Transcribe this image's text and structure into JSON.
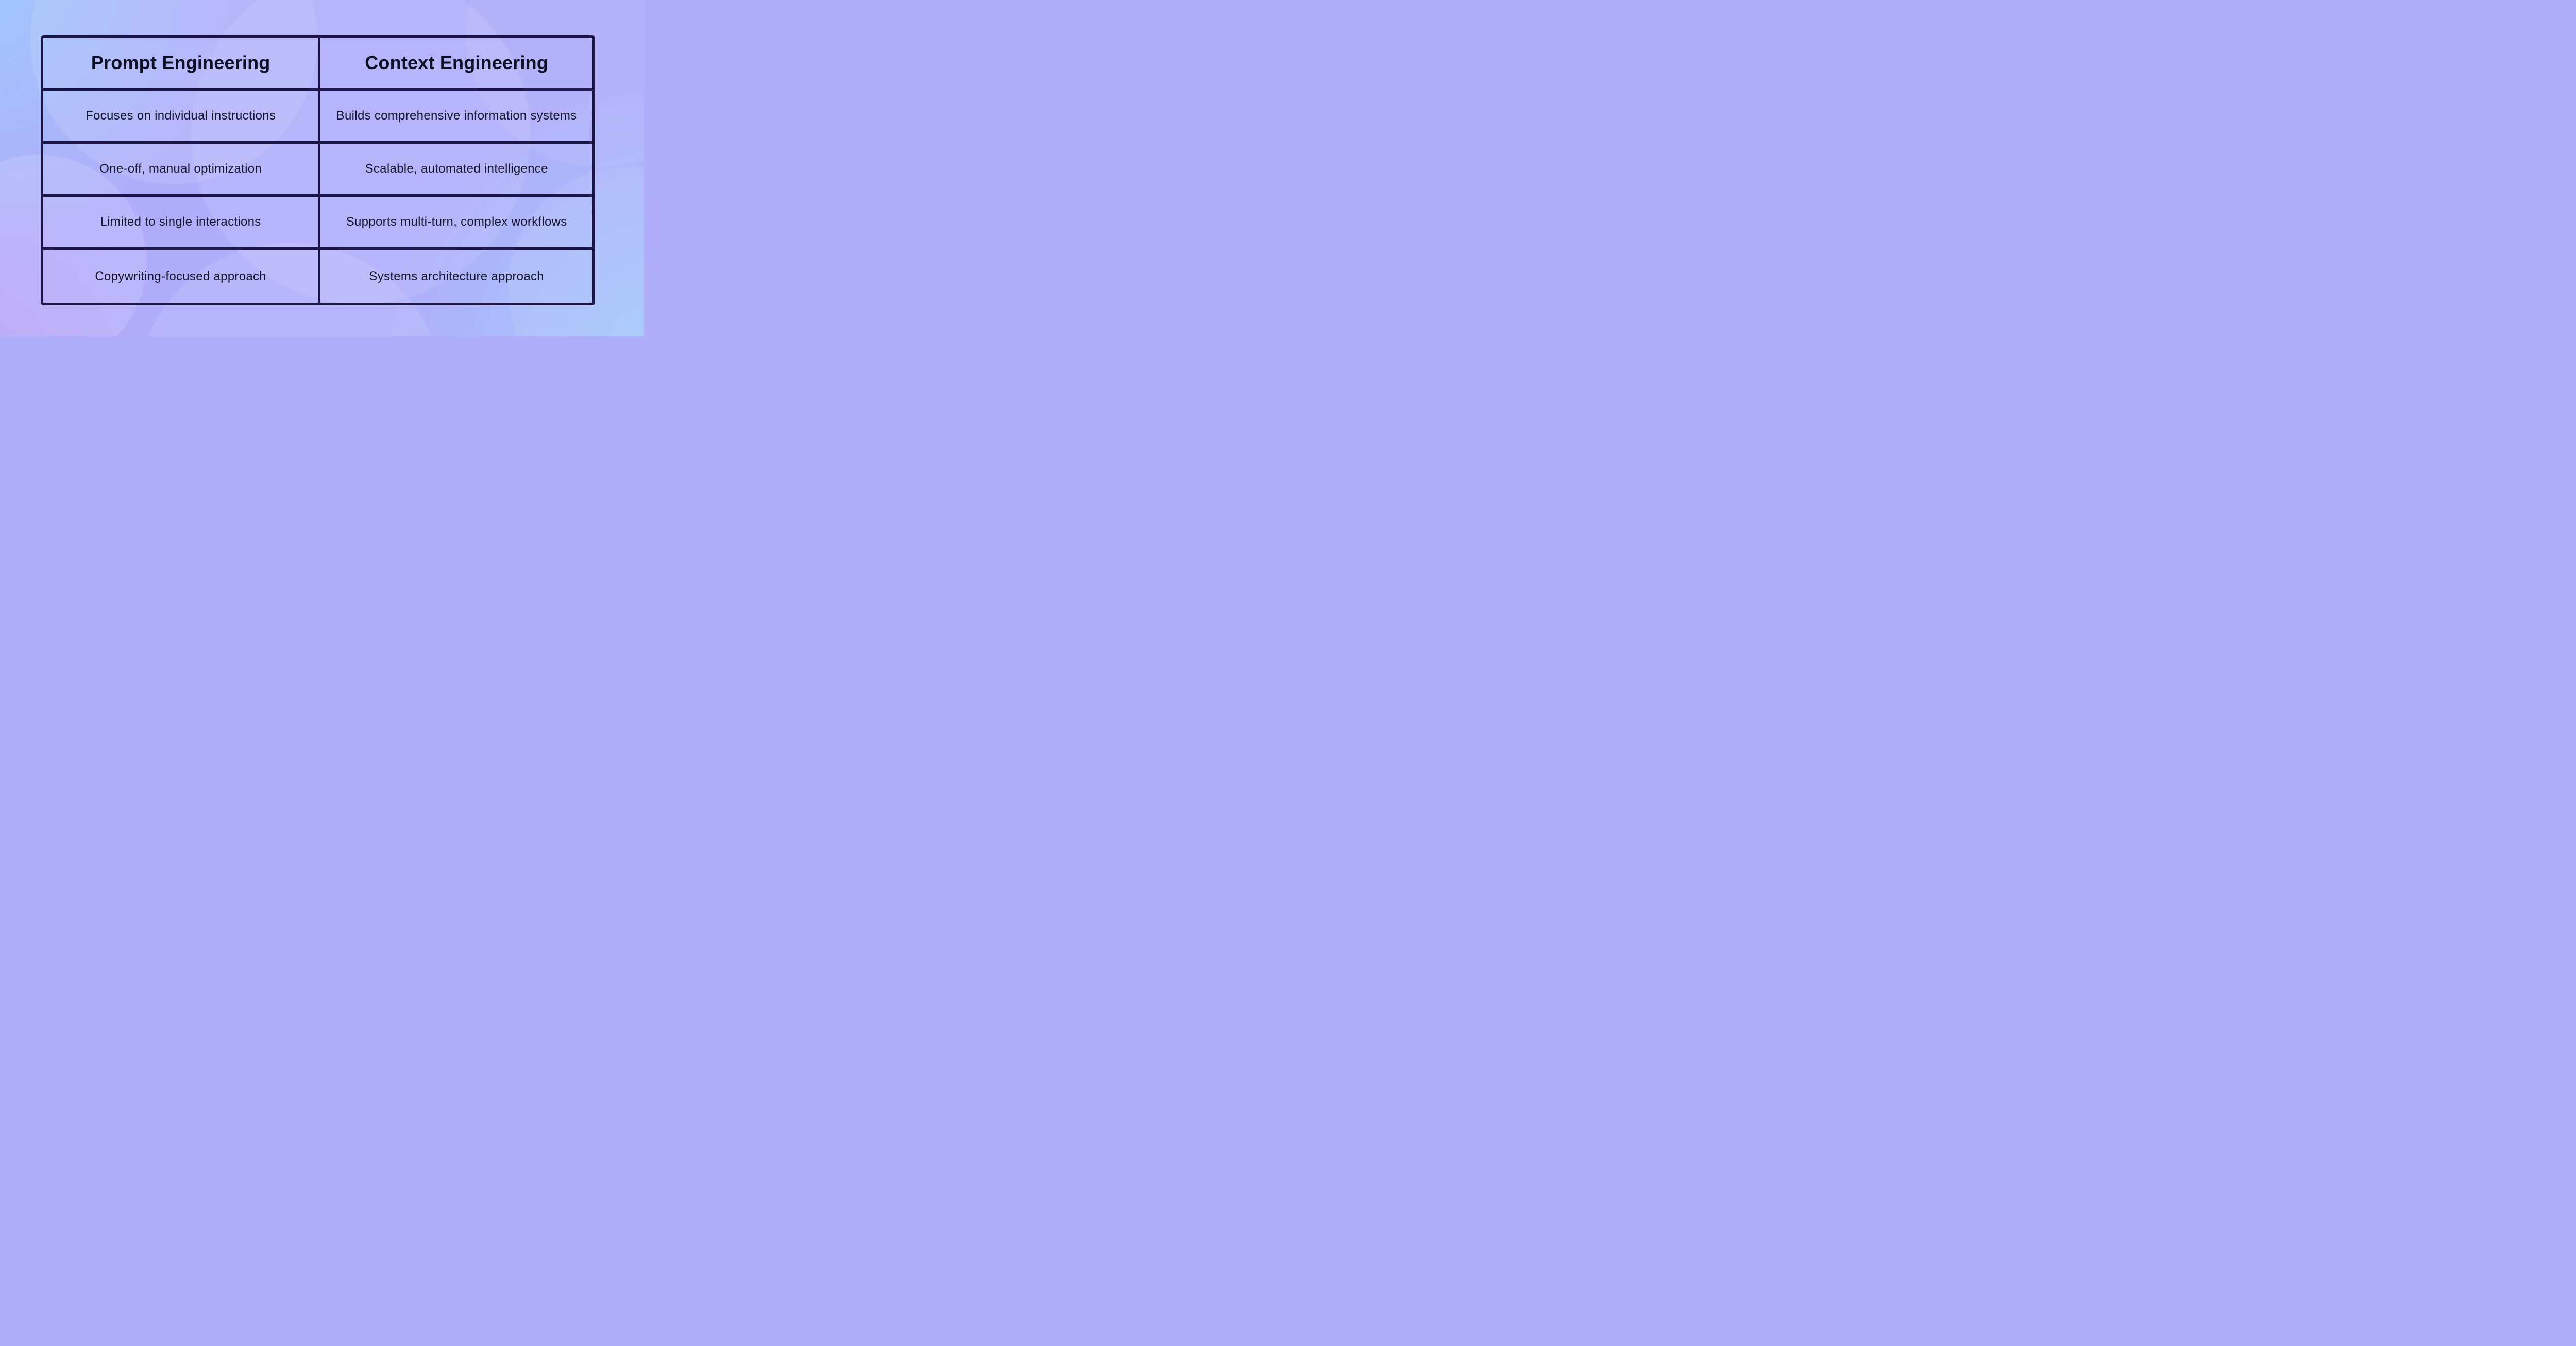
{
  "table": {
    "header_row": {
      "left": "Prompt Engineering",
      "right": "Context Engineering"
    },
    "rows": [
      {
        "left": "Focuses on individual instructions",
        "right": "Builds comprehensive information systems"
      },
      {
        "left": "One-off, manual optimization",
        "right": "Scalable, automated intelligence"
      },
      {
        "left": "Limited to single interactions",
        "right": "Supports multi-turn, complex workflows"
      },
      {
        "left": "Copywriting-focused approach",
        "right": "Systems architecture approach"
      }
    ]
  },
  "colors": {
    "table_border": "#1d1546",
    "header_text": "#0f0f23",
    "body_text": "#15152c",
    "bg_blue": "#9fc8fa",
    "bg_blue_2": "#a4cdfb",
    "bg_purple": "#b0aefa",
    "bg_violet": "#b79df4"
  }
}
